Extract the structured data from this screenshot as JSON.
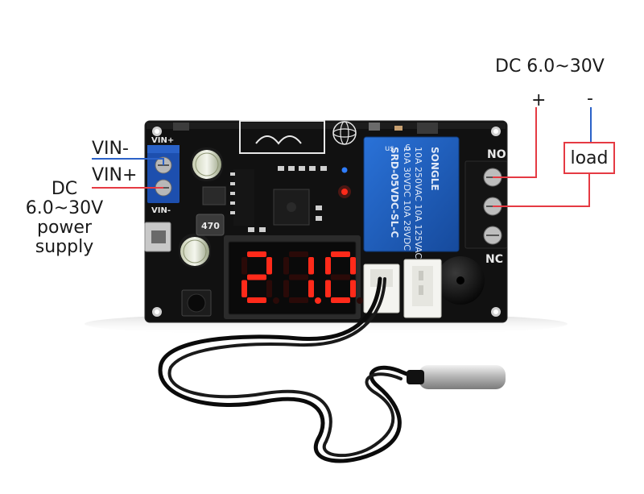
{
  "labels": {
    "vin_minus": "VIN-",
    "vin_plus": "VIN+",
    "dc_supply_line1": "DC",
    "dc_supply_line2": "6.0~30V",
    "dc_supply_line3": "power",
    "dc_supply_line4": "supply",
    "dc_top": "DC  6.0~30V",
    "plus_sign": "+",
    "minus_sign": "-",
    "load": "load"
  },
  "board_silkscreen": {
    "vin_plus": "VIN+",
    "vin_minus": "VIN-",
    "no_top": "NO",
    "nc_bottom": "NC",
    "relay_brand": "SONGLE",
    "relay_model": "SRD-05VDC-SL-C",
    "relay_rating_1": "10A 250VAC  10A 125VAC",
    "relay_rating_2": "10A 30VDC   10A 28VDC",
    "capacitor_value": "470",
    "relay_pin": "6",
    "relay_cert": "us"
  },
  "display": {
    "reading": "21.0"
  },
  "colors": {
    "wire_blue": "#2b62c8",
    "wire_red": "#e53a43",
    "pcb": "#111111",
    "relay_blue": "#1f5fbf",
    "led_red": "#ff2a1a",
    "terminal_blue": "#1d4fae",
    "terminal_black": "#141414"
  }
}
